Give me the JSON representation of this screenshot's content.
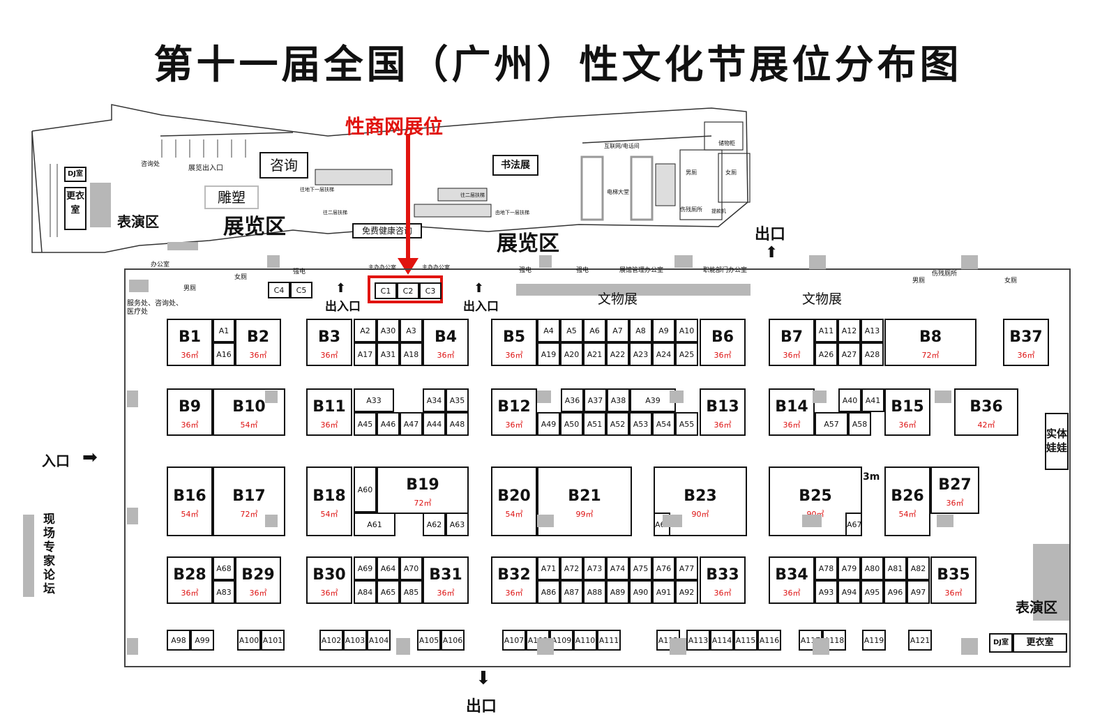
{
  "title": "第十一届全国（广州）性文化节展位分布图",
  "colors": {
    "highlight": "#e1140f",
    "booth_border": "#111111",
    "pillar": "#b7b7b7",
    "area_text": "#d11111"
  },
  "highlight_label": "性商网展位",
  "labels": {
    "exhibit_area": "展览区",
    "performance_area": "表演区",
    "heritage_exhibit": "文物展",
    "entrance": "入口",
    "exit": "出口",
    "entrance_exit": "出入口",
    "onsite_forum": "现场专家论坛",
    "doll_booth": "实体娃娃",
    "dj_room": "DJ室",
    "changing_room": "更衣室",
    "service_desk": "服务处、咨询处、医疗处",
    "three_m": "3m",
    "free_health": "免费健康咨询",
    "calligraphy": "书法展",
    "consult": "咨询",
    "sculpture": "雕塑",
    "consult_desk": "咨询处",
    "entry_exit_small": "展览出入口",
    "office": "办公室",
    "mens_room": "男厕",
    "womens_room": "女厕",
    "power_room": "强电",
    "organizer_office": "主办办公室",
    "exhibit_mgmt_office": "展馆管理办公室",
    "functional_office": "职能部门办公室",
    "accessible_toilet": "伤残厕所",
    "storage": "储物柜",
    "internet_phone": "互联网/电话间",
    "elevator_hall": "电梯大堂",
    "esc1": "往地下一层扶梯",
    "esc2": "往二层扶梯",
    "esc3": "往二层扶梯",
    "esc4": "由地下一层扶梯",
    "lift": "提款机"
  },
  "booths": [
    {
      "code": "B1",
      "area": "36㎡"
    },
    {
      "code": "B2",
      "area": "36㎡"
    },
    {
      "code": "B3",
      "area": "36㎡"
    },
    {
      "code": "B4",
      "area": "36㎡"
    },
    {
      "code": "B5",
      "area": "36㎡"
    },
    {
      "code": "B6",
      "area": "36㎡"
    },
    {
      "code": "B7",
      "area": "36㎡"
    },
    {
      "code": "B8",
      "area": "72㎡"
    },
    {
      "code": "B37",
      "area": "36㎡"
    },
    {
      "code": "B9",
      "area": "36㎡"
    },
    {
      "code": "B10",
      "area": "54㎡"
    },
    {
      "code": "B11",
      "area": "36㎡"
    },
    {
      "code": "B12",
      "area": "36㎡"
    },
    {
      "code": "B13",
      "area": "36㎡"
    },
    {
      "code": "B14",
      "area": "36㎡"
    },
    {
      "code": "B15",
      "area": "36㎡"
    },
    {
      "code": "B36",
      "area": "42㎡"
    },
    {
      "code": "B16",
      "area": "54㎡"
    },
    {
      "code": "B17",
      "area": "72㎡"
    },
    {
      "code": "B18",
      "area": "54㎡"
    },
    {
      "code": "B19",
      "area": "72㎡"
    },
    {
      "code": "B20",
      "area": "54㎡"
    },
    {
      "code": "B21",
      "area": "99㎡"
    },
    {
      "code": "B23",
      "area": "90㎡"
    },
    {
      "code": "B25",
      "area": "90㎡"
    },
    {
      "code": "B26",
      "area": "54㎡"
    },
    {
      "code": "B27",
      "area": "36㎡"
    },
    {
      "code": "B28",
      "area": "36㎡"
    },
    {
      "code": "B29",
      "area": "36㎡"
    },
    {
      "code": "B30",
      "area": "36㎡"
    },
    {
      "code": "B31",
      "area": "36㎡"
    },
    {
      "code": "B32",
      "area": "36㎡"
    },
    {
      "code": "B33",
      "area": "36㎡"
    },
    {
      "code": "B34",
      "area": "36㎡"
    },
    {
      "code": "B35",
      "area": "36㎡"
    },
    {
      "code": "A1"
    },
    {
      "code": "A16"
    },
    {
      "code": "A2"
    },
    {
      "code": "A30"
    },
    {
      "code": "A3"
    },
    {
      "code": "A17"
    },
    {
      "code": "A31"
    },
    {
      "code": "A18"
    },
    {
      "code": "A4"
    },
    {
      "code": "A5"
    },
    {
      "code": "A6"
    },
    {
      "code": "A7"
    },
    {
      "code": "A8"
    },
    {
      "code": "A9"
    },
    {
      "code": "A10"
    },
    {
      "code": "A19"
    },
    {
      "code": "A20"
    },
    {
      "code": "A21"
    },
    {
      "code": "A22"
    },
    {
      "code": "A23"
    },
    {
      "code": "A24"
    },
    {
      "code": "A25"
    },
    {
      "code": "A11"
    },
    {
      "code": "A12"
    },
    {
      "code": "A13"
    },
    {
      "code": "A26"
    },
    {
      "code": "A27"
    },
    {
      "code": "A28"
    },
    {
      "code": "A33"
    },
    {
      "code": "A34"
    },
    {
      "code": "A35"
    },
    {
      "code": "A45"
    },
    {
      "code": "A46"
    },
    {
      "code": "A47"
    },
    {
      "code": "A44"
    },
    {
      "code": "A48"
    },
    {
      "code": "A36"
    },
    {
      "code": "A37"
    },
    {
      "code": "A38"
    },
    {
      "code": "A39"
    },
    {
      "code": "A49"
    },
    {
      "code": "A50"
    },
    {
      "code": "A51"
    },
    {
      "code": "A52"
    },
    {
      "code": "A53"
    },
    {
      "code": "A54"
    },
    {
      "code": "A55"
    },
    {
      "code": "A40"
    },
    {
      "code": "A41"
    },
    {
      "code": "A57"
    },
    {
      "code": "A58"
    },
    {
      "code": "A60"
    },
    {
      "code": "A61"
    },
    {
      "code": "A62"
    },
    {
      "code": "A63"
    },
    {
      "code": "A66"
    },
    {
      "code": "A67"
    },
    {
      "code": "A68"
    },
    {
      "code": "A83"
    },
    {
      "code": "A69"
    },
    {
      "code": "A64"
    },
    {
      "code": "A70"
    },
    {
      "code": "A84"
    },
    {
      "code": "A65"
    },
    {
      "code": "A85"
    },
    {
      "code": "A71"
    },
    {
      "code": "A72"
    },
    {
      "code": "A73"
    },
    {
      "code": "A74"
    },
    {
      "code": "A75"
    },
    {
      "code": "A76"
    },
    {
      "code": "A77"
    },
    {
      "code": "A86"
    },
    {
      "code": "A87"
    },
    {
      "code": "A88"
    },
    {
      "code": "A89"
    },
    {
      "code": "A90"
    },
    {
      "code": "A91"
    },
    {
      "code": "A92"
    },
    {
      "code": "A78"
    },
    {
      "code": "A79"
    },
    {
      "code": "A80"
    },
    {
      "code": "A81"
    },
    {
      "code": "A82"
    },
    {
      "code": "A93"
    },
    {
      "code": "A94"
    },
    {
      "code": "A95"
    },
    {
      "code": "A96"
    },
    {
      "code": "A97"
    },
    {
      "code": "A98"
    },
    {
      "code": "A99"
    },
    {
      "code": "A100"
    },
    {
      "code": "A101"
    },
    {
      "code": "A102"
    },
    {
      "code": "A103"
    },
    {
      "code": "A104"
    },
    {
      "code": "A105"
    },
    {
      "code": "A106"
    },
    {
      "code": "A107"
    },
    {
      "code": "A108"
    },
    {
      "code": "A109"
    },
    {
      "code": "A110"
    },
    {
      "code": "A111"
    },
    {
      "code": "A112"
    },
    {
      "code": "A113"
    },
    {
      "code": "A114"
    },
    {
      "code": "A115"
    },
    {
      "code": "A116"
    },
    {
      "code": "A117"
    },
    {
      "code": "A118"
    },
    {
      "code": "A119"
    },
    {
      "code": "A121"
    },
    {
      "code": "C1"
    },
    {
      "code": "C2"
    },
    {
      "code": "C3"
    },
    {
      "code": "C4"
    },
    {
      "code": "C5"
    }
  ]
}
